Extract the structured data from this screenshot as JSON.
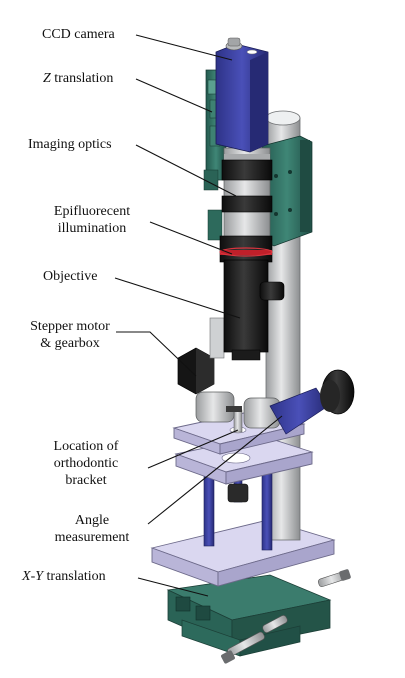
{
  "labels": {
    "ccd_camera": "CCD camera",
    "z_translation_var": "Z",
    "z_translation_rest": " translation",
    "imaging_optics": "Imaging optics",
    "epifluorescent_line1": "Epifluorecent",
    "epifluorescent_line2": "illumination",
    "objective": "Objective",
    "stepper_line1": "Stepper motor",
    "stepper_line2": "& gearbox",
    "location_line1": "Location of",
    "location_line2": "orthodontic",
    "location_line3": "bracket",
    "angle_line1": "Angle",
    "angle_line2": "measurement",
    "xy_var_x": "X",
    "xy_dash": "-",
    "xy_var_y": "Y",
    "xy_rest": " translation"
  },
  "colors": {
    "camera_blue": "#3a3f9c",
    "stage_lavender": "#d6d3ee",
    "base_teal": "#2f6f62",
    "post_grey": "#cfd1d3",
    "objective_black": "#1b1b1b",
    "ring_red": "#c0202a"
  }
}
